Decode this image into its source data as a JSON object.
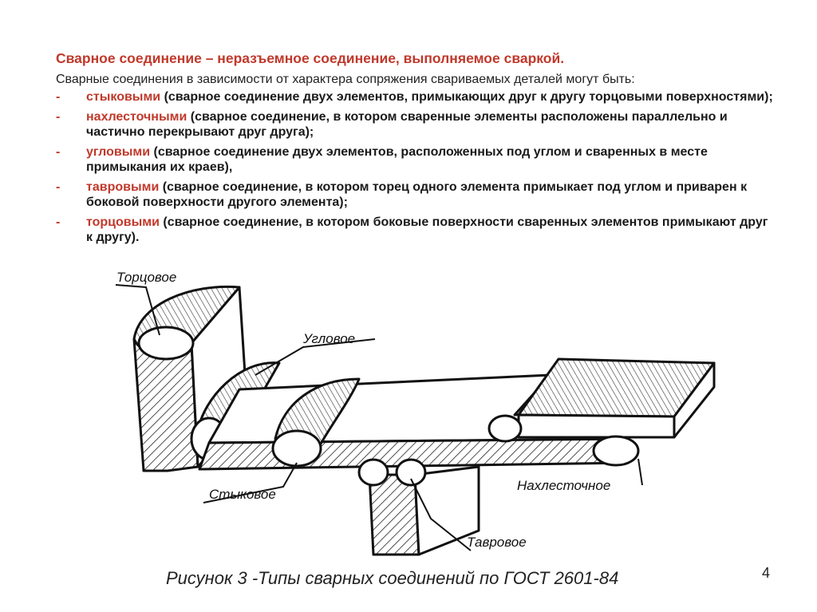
{
  "slide": {
    "title": "Сварное соединение – неразъемное соединение, выполняемое сваркой.",
    "intro": "Сварные соединения в зависимости от характера сопряжения свариваемых деталей могут быть:",
    "bullet": "-",
    "items": [
      {
        "term": "стыковыми",
        "rest": " (сварное соединение двух элементов, примыкающих друг к другу торцовыми поверхностями);"
      },
      {
        "term": "нахлесточными",
        "rest": " (сварное соединение, в котором сваренные элементы расположены параллельно и частично перекрывают друг друга);"
      },
      {
        "term": "угловыми",
        "rest": " (сварное соединение двух элементов, расположенных под углом и сваренных в месте примыкания их краев),"
      },
      {
        "term": "тавровыми",
        "rest": " (сварное соединение, в котором торец одного элемента примыкает под углом и приварен к боковой поверхности другого элемента);"
      },
      {
        "term": "торцовыми",
        "rest": " (сварное соединение, в котором боковые поверхности сваренных элементов примыкают друг к другу)."
      }
    ]
  },
  "figure": {
    "labels": {
      "end": "Торцовое",
      "corner": "Угловое",
      "butt": "Стыковое",
      "lap": "Нахлесточное",
      "tee": "Тавровое"
    },
    "caption": "Рисунок 3 -Типы сварных соединений по ГОСТ 2601-84"
  },
  "page_number": "4"
}
